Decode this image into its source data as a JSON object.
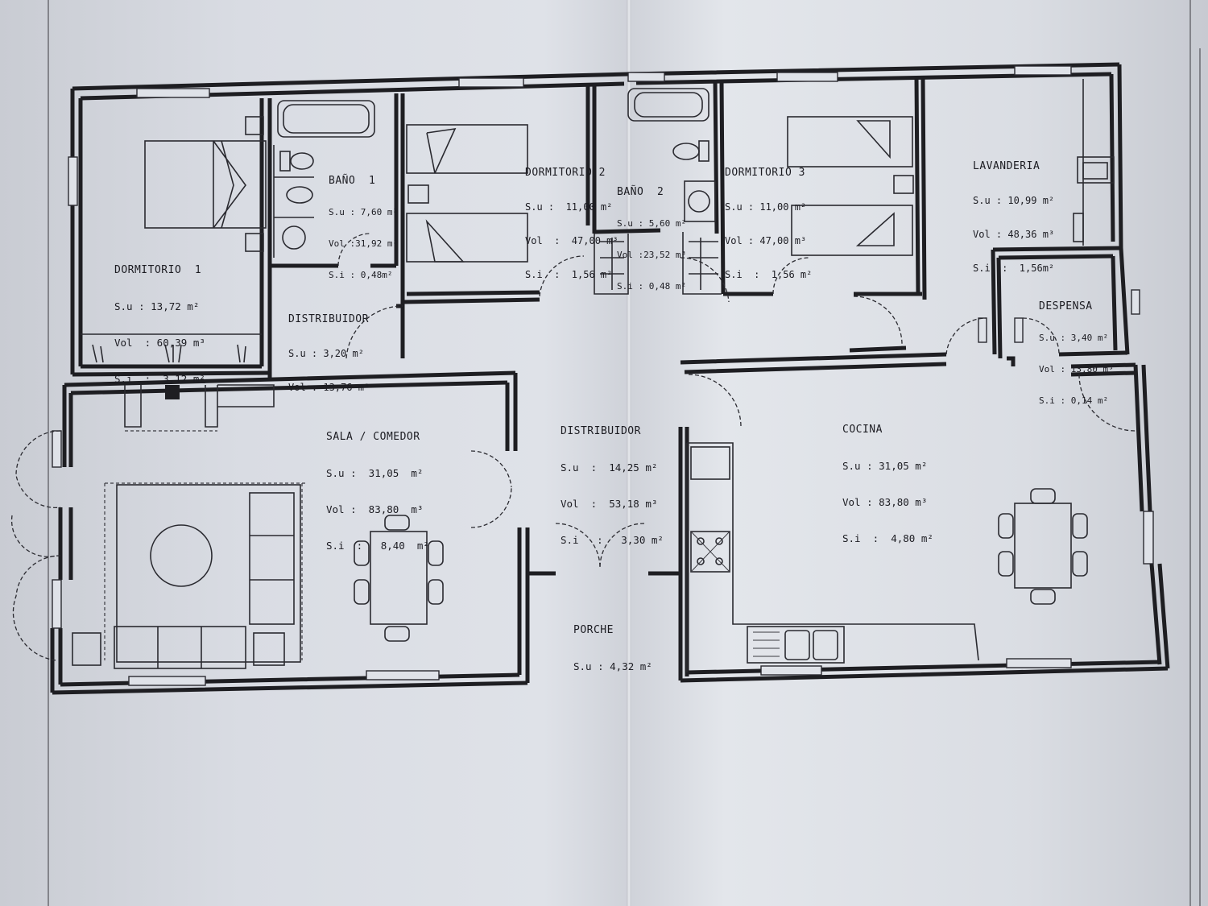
{
  "rooms": {
    "dormitorio1": {
      "name": "DORMITORIO  1",
      "su": "S.u : 13,72 m²",
      "vol": "Vol  : 60,39 m³",
      "si": "S.i  :  3,12 m²"
    },
    "bano1": {
      "name": "BAÑO  1",
      "su": "S.u : 7,60 m²",
      "vol": "Vol :31,92 m³",
      "si": "S.i : 0,48m²"
    },
    "dormitorio2": {
      "name": "DORMITORIO 2",
      "su": "S.u :  11,00 m²",
      "vol": "Vol  :  47,00 m³",
      "si": "S.i  :  1,56 m²"
    },
    "bano2": {
      "name": "BAÑO  2",
      "su": "S.u : 5,60 m²",
      "vol": "Vol :23,52 m³",
      "si": "S.i : 0,48 m²"
    },
    "dormitorio3": {
      "name": "DORMITORIO 3",
      "su": "S.u : 11,00 m²",
      "vol": "Vol : 47,00 m³",
      "si": "S.i  :  1,56 m²"
    },
    "lavanderia": {
      "name": "LAVANDERIA",
      "su": "S.u : 10,99 m²",
      "vol": "Vol : 48,36 m³",
      "si": "S.i  :  1,56m²"
    },
    "distribuidor1": {
      "name": "DISTRIBUIDOR",
      "su": "S.u : 3,20 m²",
      "vol": "Vol : 13,76 m³"
    },
    "despensa": {
      "name": "DESPENSA",
      "su": "S.u : 3,40 m²",
      "vol": "Vol : 13,80 m³",
      "si": "S.i : 0,14 m²"
    },
    "sala": {
      "name": "SALA / COMEDOR",
      "su": "S.u :  31,05  m²",
      "vol": "Vol :  83,80  m³",
      "si": "S.i  :   8,40  m²"
    },
    "distribuidor2": {
      "name": "DISTRIBUIDOR",
      "su": "S.u  :  14,25 m²",
      "vol": "Vol  :  53,18 m³",
      "si": "S.i   :   3,30 m²"
    },
    "cocina": {
      "name": "COCINA",
      "su": "S.u : 31,05 m²",
      "vol": "Vol : 83,80 m³",
      "si": "S.i  :  4,80 m²"
    },
    "porche": {
      "name": "PORCHE",
      "su": "S.u : 4,32 m²"
    }
  },
  "colors": {
    "paper": "#dcdfe5",
    "ink": "#1e1e22"
  }
}
